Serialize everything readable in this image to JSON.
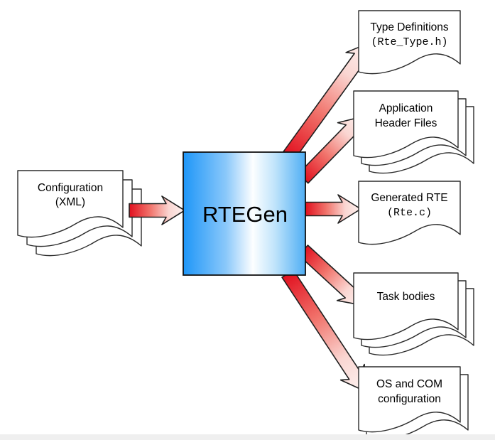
{
  "diagram": {
    "process": {
      "label": "RTEGen"
    },
    "input": {
      "line1": "Configuration",
      "line2": "(XML)"
    },
    "outputs": [
      {
        "line1": "Type Definitions",
        "line2": "(Rte_Type.h)"
      },
      {
        "line1": "Application",
        "line2": "Header Files"
      },
      {
        "line1": "Generated RTE",
        "line2": "(Rte.c)"
      },
      {
        "line1": "Task bodies"
      },
      {
        "line1": "OS and COM",
        "line2": "configuration"
      }
    ],
    "colors": {
      "process_fill_left": "#1e96f8",
      "process_highlight": "#fdfeff",
      "process_fill_right": "#4faef4",
      "arrow_base_red": "#e1101f",
      "arrow_tip_pink": "#fdf2f0",
      "page_fill": "#ffffff",
      "outline": "#2b2b2b",
      "bottom_strip": "#efefef"
    }
  }
}
